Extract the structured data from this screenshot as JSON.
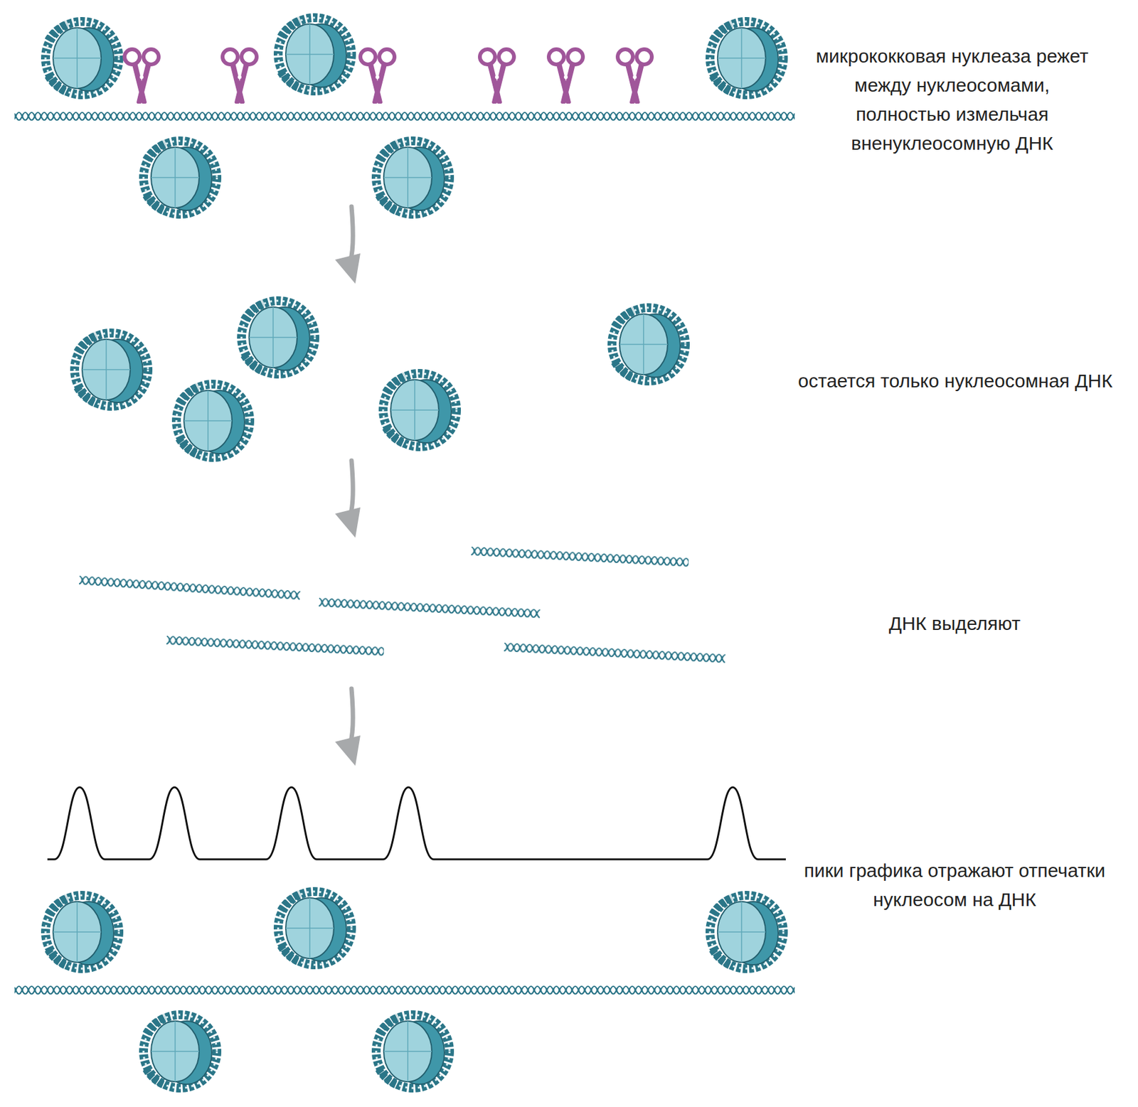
{
  "diagram": {
    "labels": [
      "микрококковая нуклеаза режет между нуклеосомами, полностью измельчая вненуклеосомную ДНК",
      "остается только нуклеосомная ДНК",
      "ДНК выделяют",
      "пики графика отражают отпечатки нуклеосом на ДНК"
    ]
  }
}
